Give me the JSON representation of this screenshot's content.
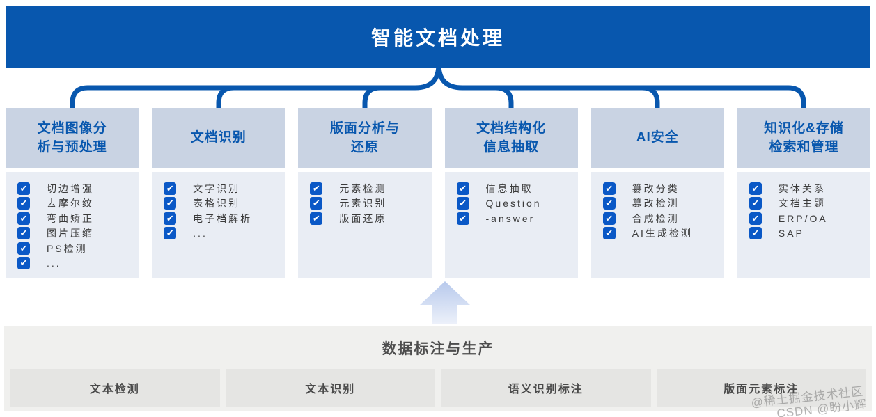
{
  "banner": {
    "title": "智能文档处理"
  },
  "icons": {
    "check": "✔"
  },
  "colors": {
    "banner_blue": "#0857AE",
    "header_box_bg": "#C9D3E3",
    "body_box_bg": "#E9EDF4",
    "checkbox_blue": "#0A58C6",
    "bottom_panel_bg": "#F0F0EE",
    "bottom_box_bg": "#E5E5E3",
    "arrow_blue_top": "#B7C9EC",
    "arrow_blue_bottom": "#EDF1FA"
  },
  "columns": [
    {
      "title": "文档图像分\n析与预处理",
      "items": [
        "切边增强",
        "去摩尔纹",
        "弯曲矫正",
        "图片压缩",
        "PS检测",
        "..."
      ]
    },
    {
      "title": "文档识别",
      "items": [
        "文字识别",
        "表格识别",
        "电子档解析",
        "..."
      ]
    },
    {
      "title": "版面分析与\n还原",
      "items": [
        "元素检测",
        "元素识别",
        "版面还原"
      ]
    },
    {
      "title": "文档结构化\n信息抽取",
      "items": [
        "信息抽取",
        "Question",
        "-answer"
      ]
    },
    {
      "title": "AI安全",
      "items": [
        "篡改分类",
        "篡改检测",
        "合成检测",
        "AI生成检测"
      ]
    },
    {
      "title": "知识化&存储\n检索和管理",
      "items": [
        "实体关系",
        "文档主题",
        "ERP/OA",
        "SAP"
      ]
    }
  ],
  "bottom": {
    "title": "数据标注与生产",
    "items": [
      "文本检测",
      "文本识别",
      "语义识别标注",
      "版面元素标注"
    ]
  },
  "watermarks": {
    "line1": "@稀土掘金技术社区",
    "line2": "CSDN @盼小辉"
  }
}
